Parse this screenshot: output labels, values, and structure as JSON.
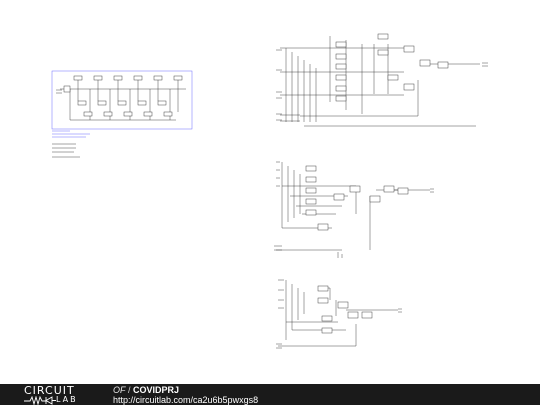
{
  "footer": {
    "logo_top": "CIRCUIT",
    "logo_bottom": "LAB",
    "owner": "OF",
    "separator": "/",
    "project": "COVIDPRJ",
    "url": "http://circuitlab.com/ca2u6b5pwxgs8"
  },
  "colors": {
    "footer_bg": "#1a1a1a",
    "wire": "#333333",
    "frame": "#6a6aff"
  }
}
